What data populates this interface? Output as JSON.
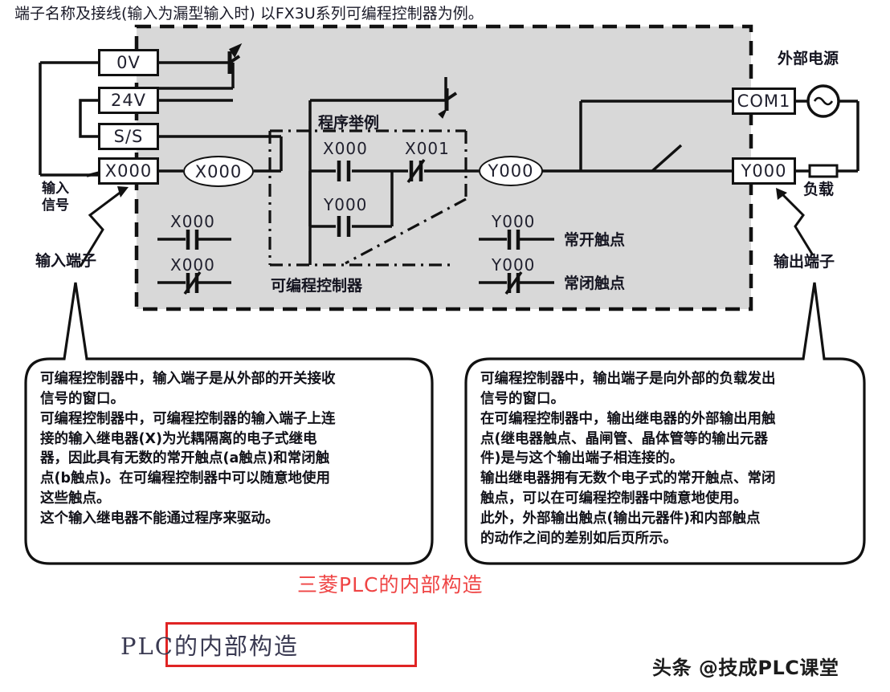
{
  "document": {
    "title": "端子名称及接线(输入为漏型输入时) 以FX3U系列可编程控制器为例。"
  },
  "plc_unit": {
    "body_label": "可编程控制器",
    "terminals": [
      {
        "name": "0V",
        "id": "terminal-0v"
      },
      {
        "name": "24V",
        "id": "terminal-24v"
      },
      {
        "name": "S/S",
        "id": "terminal-ss"
      },
      {
        "name": "X000",
        "id": "terminal-x000"
      }
    ],
    "output_terminals": [
      {
        "name": "COM1",
        "id": "terminal-com1"
      },
      {
        "name": "Y000",
        "id": "terminal-y000"
      }
    ],
    "input_relay_coil": "X000",
    "output_relay_coil": "Y000"
  },
  "annotations": {
    "input_signal": "输入\n信号",
    "input_signal_line1": "输入",
    "input_signal_line2": "信号",
    "input_terminal": "输入端子",
    "output_terminal": "输出端子",
    "external_power": "外部电源",
    "load": "负载"
  },
  "program_example": {
    "heading": "程序举例",
    "rung": {
      "contact_a": "X000",
      "contact_b": "X001",
      "branch_contact": "Y000",
      "coil": "Y000"
    }
  },
  "contact_legend": {
    "input_side": [
      {
        "device": "X000",
        "type": "no"
      },
      {
        "device": "X000",
        "type": "nc"
      }
    ],
    "output_side": [
      {
        "device": "Y000",
        "type": "no",
        "label": "常开触点"
      },
      {
        "device": "Y000",
        "type": "nc",
        "label": "常闭触点"
      }
    ],
    "no_label": "常开触点",
    "nc_label": "常闭触点"
  },
  "callouts": {
    "left": {
      "name": "input-terminal-description",
      "text": "可编程控制器中，输入端子是从外部的开关接收\n信号的窗口。\n可编程控制器中，可编程控制器的输入端子上连\n接的输入继电器(X)为光耦隔离的电子式继电\n器，因此具有无数的常开触点(a触点)和常闭触\n点(b触点)。在可编程控制器中可以随意地使用\n这些触点。\n这个输入继电器不能通过程序来驱动。"
    },
    "right": {
      "name": "output-terminal-description",
      "text": "可编程控制器中，输出端子是向外部的负载发出\n信号的窗口。\n在可编程控制器中，输出继电器的外部输出用触\n点(继电器触点、晶闸管、晶体管等的输出元器\n件)是与这个输出端子相连接的。\n输出继电器拥有无数个电子式的常开触点、常闭\n触点，可以在可编程控制器中随意地使用。\n此外，外部输出触点(输出元器件)和内部触点\n的动作之间的差别如后页所示。"
    }
  },
  "captions": {
    "red_title": "三菱PLC的内部构造",
    "boxed_title": "PLC的内部构造",
    "watermark": "头条 @技成PLC课堂"
  },
  "colors": {
    "plc_fill": "#d8d8d8",
    "line": "#111111",
    "red_accent": "#ef4444",
    "box_border_red": "#e02424",
    "text_dark": "#20202e"
  }
}
